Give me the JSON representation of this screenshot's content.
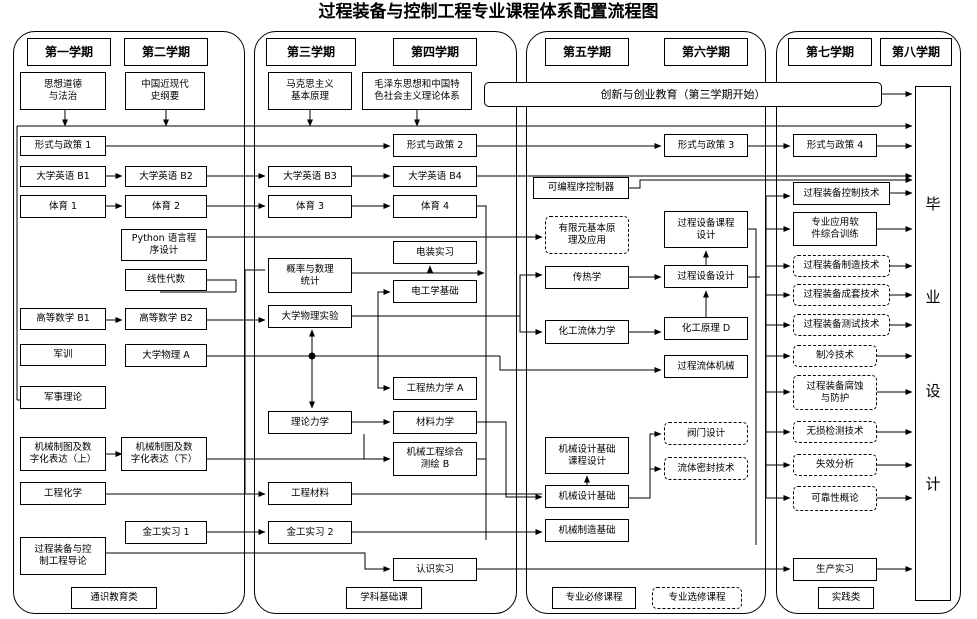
{
  "title": "过程装备与控制工程专业课程体系配置流程图",
  "semesters": [
    "第一学期",
    "第二学期",
    "第三学期",
    "第四学期",
    "第五学期",
    "第六学期",
    "第七学期",
    "第八学期"
  ],
  "graduation": [
    "毕",
    "业",
    "设",
    "计"
  ],
  "categories": {
    "general": "通识教育类",
    "basic": "学科基础课",
    "required": "专业必修课程",
    "elective": "专业选修课程",
    "practice": "实践类"
  },
  "courses": {
    "sixiang": "思想道德\n与法治",
    "jindai": "中国近现代\n史纲要",
    "makesi": "马克思主义\n基本原理",
    "maogai": "毛泽东思想和中国特\n色社会主义理论体系",
    "chuangxin": "创新与创业教育（第三学期开始）",
    "xingshi1": "形式与政策 1",
    "xingshi2": "形式与政策 2",
    "xingshi3": "形式与政策 3",
    "xingshi4": "形式与政策 4",
    "eng1": "大学英语 B1",
    "eng2": "大学英语 B2",
    "eng3": "大学英语 B3",
    "eng4": "大学英语 B4",
    "pe1": "体育 1",
    "pe2": "体育 2",
    "pe3": "体育 3",
    "pe4": "体育 4",
    "python": "Python 语言程\n序设计",
    "linear": "线性代数",
    "gailv": "概率与数理\n统计",
    "dianzhuang": "电装实习",
    "diangong": "电工学基础",
    "math1": "高等数学 B1",
    "math2": "高等数学 B2",
    "phys_exp": "大学物理实验",
    "phys": "大学物理 A",
    "junxun": "军训",
    "junshi": "军事理论",
    "thermo": "工程热力学 A",
    "lilun": "理论力学",
    "cailiao": "材料力学",
    "draw1": "机械制图及数\n字化表达（上）",
    "draw2": "机械制图及数\n字化表达（下）",
    "zonghe": "机械工程综合\n测绘 B",
    "chem": "工程化学",
    "gcmat": "工程材料",
    "jingong1": "金工实习 1",
    "jingong2": "金工实习 2",
    "daolun": "过程装备与控\n制工程导论",
    "renshi": "认识实习",
    "plc": "可编程序控制器",
    "fem": "有限元基本原\n理及应用",
    "heat": "传热学",
    "fluid": "化工流体力学",
    "jxsj_course": "机械设计基础\n课程设计",
    "jxsj": "机械设计基础",
    "manuf": "机械制造基础",
    "equip_cd": "过程设备课程\n设计",
    "equip_design": "过程设备设计",
    "huagong": "化工原理 D",
    "fluid_mach": "过程流体机械",
    "valve": "阀门设计",
    "seal": "流体密封技术",
    "control": "过程装备控制技术",
    "software": "专业应用软\n件综合训练",
    "mfg_tech": "过程装备制造技术",
    "complete": "过程装备成套技术",
    "test": "过程装备测试技术",
    "refrig": "制冷技术",
    "corrosion": "过程装备腐蚀\n与防护",
    "ndt": "无损检测技术",
    "failure": "失效分析",
    "reliab": "可靠性概论",
    "production": "生产实习"
  }
}
